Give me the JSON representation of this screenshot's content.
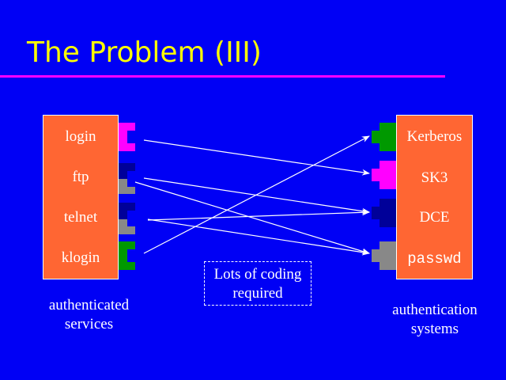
{
  "title": "The Problem (III)",
  "colors": {
    "background": "#0000f5",
    "title": "#ffff00",
    "rule": "#ff00ff",
    "box": "#ff6633",
    "magenta": "#ff00ff",
    "navy": "#000099",
    "gray": "#888888",
    "green": "#009900"
  },
  "services": {
    "items": [
      "login",
      "ftp",
      "telnet",
      "klogin"
    ],
    "caption_line1": "authenticated",
    "caption_line2": "services"
  },
  "systems": {
    "items": [
      "Kerberos",
      "SK3",
      "DCE",
      "passwd"
    ],
    "caption_line1": "authentication",
    "caption_line2": "systems"
  },
  "note": {
    "line1": "Lots of coding",
    "line2": "required"
  },
  "connections": [
    {
      "from": "login",
      "to": "SK3"
    },
    {
      "from": "ftp",
      "to": "DCE"
    },
    {
      "from": "ftp",
      "to": "passwd"
    },
    {
      "from": "telnet",
      "to": "DCE"
    },
    {
      "from": "telnet",
      "to": "passwd"
    },
    {
      "from": "klogin",
      "to": "Kerberos"
    }
  ]
}
